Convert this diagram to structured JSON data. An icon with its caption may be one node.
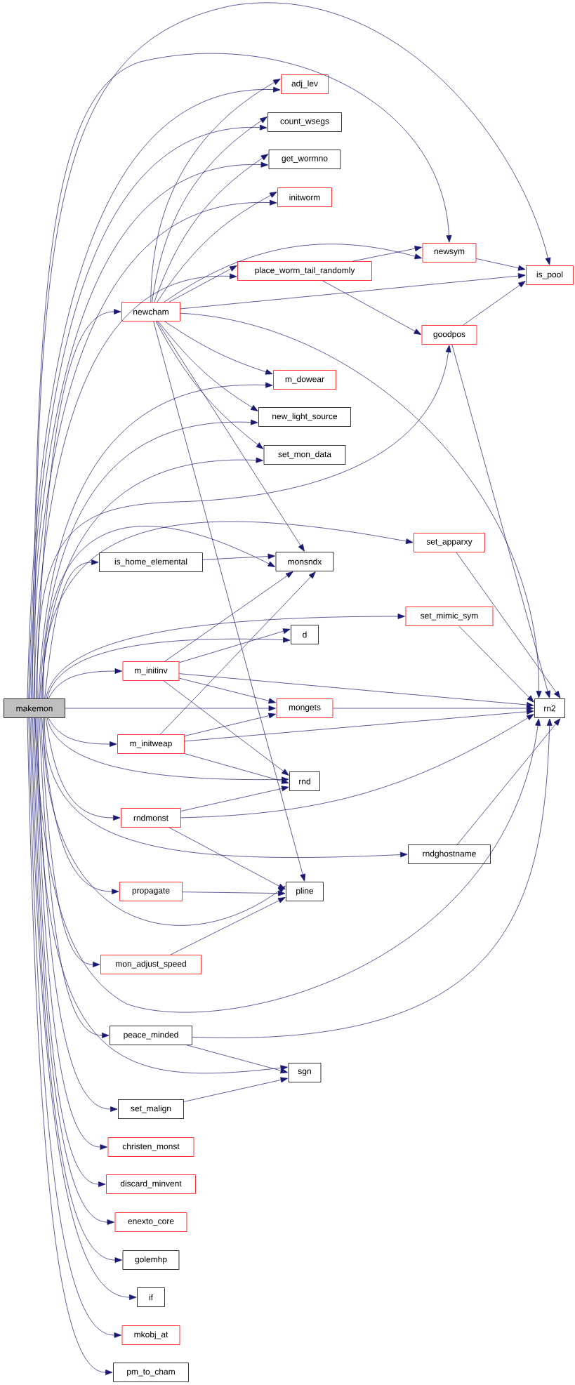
{
  "diagram": {
    "nodes": [
      {
        "text": [
          "adj_lev"
        ]
      },
      {
        "text": [
          "count_wsegs"
        ]
      },
      {
        "text": [
          "get_wormno"
        ]
      },
      {
        "text": [
          "initworm"
        ]
      },
      {
        "text": [
          "newsym"
        ]
      },
      {
        "text": [
          "place_worm_tail_randomly"
        ]
      },
      {
        "text": [
          "is_pool"
        ]
      },
      {
        "text": [
          "newcham"
        ]
      },
      {
        "text": [
          "goodpos"
        ]
      },
      {
        "text": [
          "m_dowear"
        ]
      },
      {
        "text": [
          "new_light_source"
        ]
      },
      {
        "text": [
          "set_mon_data"
        ]
      },
      {
        "text": [
          "set_apparxy"
        ]
      },
      {
        "text": [
          "is_home_elemental"
        ]
      },
      {
        "text": [
          "monsndx"
        ]
      },
      {
        "text": [
          "set_mimic_sym"
        ]
      },
      {
        "text": [
          "d"
        ]
      },
      {
        "text": [
          "m_initinv"
        ]
      },
      {
        "text": [
          "makemon"
        ]
      },
      {
        "text": [
          "mongets"
        ]
      },
      {
        "text": [
          "rn2"
        ]
      },
      {
        "text": [
          "m_initweap"
        ]
      },
      {
        "text": [
          "rnd"
        ]
      },
      {
        "text": [
          "rndmonst"
        ]
      },
      {
        "text": [
          "rndghostname"
        ]
      },
      {
        "text": [
          "propagate"
        ]
      },
      {
        "text": [
          "pline"
        ]
      },
      {
        "text": [
          "mon_adjust_speed"
        ]
      },
      {
        "text": [
          "peace_minded"
        ]
      },
      {
        "text": [
          "sgn"
        ]
      },
      {
        "text": [
          "set_malign"
        ]
      },
      {
        "text": [
          "christen_monst"
        ]
      },
      {
        "text": [
          "discard_minvent"
        ]
      },
      {
        "text": [
          "enexto_core"
        ]
      },
      {
        "text": [
          "golemhp"
        ]
      },
      {
        "text": [
          "if"
        ]
      },
      {
        "text": [
          "mkobj_at"
        ]
      },
      {
        "text": [
          "pm_to_cham"
        ]
      }
    ],
    "edges": [
      {
        "from": 18,
        "to": 0,
        "arrow": "to"
      },
      {
        "from": 18,
        "to": 1,
        "arrow": "to"
      },
      {
        "from": 18,
        "to": 2,
        "arrow": "to"
      },
      {
        "from": 18,
        "to": 3,
        "arrow": "to"
      },
      {
        "from": 18,
        "to": 4,
        "arrow": "to"
      },
      {
        "from": 18,
        "to": 5,
        "arrow": "to"
      },
      {
        "from": 18,
        "to": 6,
        "arrow": "to"
      },
      {
        "from": 18,
        "to": 7,
        "arrow": "to"
      },
      {
        "from": 18,
        "to": 8,
        "arrow": "to"
      },
      {
        "from": 18,
        "to": 9,
        "arrow": "to"
      },
      {
        "from": 18,
        "to": 10,
        "arrow": "to"
      },
      {
        "from": 18,
        "to": 11,
        "arrow": "to"
      },
      {
        "from": 18,
        "to": 12,
        "arrow": "to"
      },
      {
        "from": 18,
        "to": 13,
        "arrow": "to"
      },
      {
        "from": 18,
        "to": 14,
        "arrow": "to"
      },
      {
        "from": 18,
        "to": 15,
        "arrow": "to"
      },
      {
        "from": 18,
        "to": 16,
        "arrow": "to"
      },
      {
        "from": 18,
        "to": 17,
        "arrow": "to"
      },
      {
        "from": 18,
        "to": 19,
        "arrow": "to"
      },
      {
        "from": 18,
        "to": 20,
        "arrow": "to"
      },
      {
        "from": 18,
        "to": 21,
        "arrow": "to"
      },
      {
        "from": 18,
        "to": 22,
        "arrow": "to"
      },
      {
        "from": 18,
        "to": 23,
        "arrow": "to"
      },
      {
        "from": 18,
        "to": 24,
        "arrow": "to"
      },
      {
        "from": 18,
        "to": 25,
        "arrow": "to"
      },
      {
        "from": 18,
        "to": 26,
        "arrow": "to"
      },
      {
        "from": 18,
        "to": 27,
        "arrow": "to"
      },
      {
        "from": 18,
        "to": 28,
        "arrow": "to"
      },
      {
        "from": 18,
        "to": 29,
        "arrow": "to"
      },
      {
        "from": 18,
        "to": 30,
        "arrow": "to"
      },
      {
        "from": 18,
        "to": 31,
        "arrow": "to"
      },
      {
        "from": 18,
        "to": 32,
        "arrow": "to"
      },
      {
        "from": 18,
        "to": 33,
        "arrow": "to"
      },
      {
        "from": 18,
        "to": 34,
        "arrow": "to"
      },
      {
        "from": 18,
        "to": 35,
        "arrow": "to"
      },
      {
        "from": 18,
        "to": 36,
        "arrow": "to"
      },
      {
        "from": 18,
        "to": 37,
        "arrow": "to"
      },
      {
        "from": 7,
        "to": 0,
        "arrow": "to"
      },
      {
        "from": 7,
        "to": 1,
        "arrow": "to"
      },
      {
        "from": 7,
        "to": 2,
        "arrow": "to"
      },
      {
        "from": 7,
        "to": 3,
        "arrow": "to"
      },
      {
        "from": 7,
        "to": 4,
        "arrow": "to"
      },
      {
        "from": 7,
        "to": 5,
        "arrow": "to"
      },
      {
        "from": 7,
        "to": 6,
        "arrow": "to"
      },
      {
        "from": 7,
        "to": 20,
        "arrow": "to"
      },
      {
        "from": 7,
        "to": 9,
        "arrow": "to"
      },
      {
        "from": 7,
        "to": 10,
        "arrow": "to"
      },
      {
        "from": 7,
        "to": 11,
        "arrow": "to"
      },
      {
        "from": 7,
        "to": 14,
        "arrow": "to"
      },
      {
        "from": 7,
        "to": 26,
        "arrow": "to"
      },
      {
        "from": 5,
        "to": 4,
        "arrow": "to"
      },
      {
        "from": 5,
        "to": 8,
        "arrow": "to"
      },
      {
        "from": 4,
        "to": 6,
        "arrow": "to"
      },
      {
        "from": 8,
        "to": 6,
        "arrow": "to"
      },
      {
        "from": 8,
        "to": 20,
        "arrow": "to"
      },
      {
        "from": 12,
        "to": 20,
        "arrow": "to"
      },
      {
        "from": 15,
        "to": 20,
        "arrow": "to"
      },
      {
        "from": 13,
        "to": 14,
        "arrow": "to"
      },
      {
        "from": 17,
        "to": 14,
        "arrow": "to"
      },
      {
        "from": 17,
        "to": 16,
        "arrow": "to"
      },
      {
        "from": 17,
        "to": 20,
        "arrow": "to"
      },
      {
        "from": 17,
        "to": 19,
        "arrow": "to"
      },
      {
        "from": 17,
        "to": 22,
        "arrow": "to"
      },
      {
        "from": 21,
        "to": 14,
        "arrow": "to"
      },
      {
        "from": 21,
        "to": 19,
        "arrow": "to"
      },
      {
        "from": 21,
        "to": 20,
        "arrow": "to"
      },
      {
        "from": 21,
        "to": 22,
        "arrow": "to"
      },
      {
        "from": 19,
        "to": 20,
        "arrow": "to"
      },
      {
        "from": 23,
        "to": 22,
        "arrow": "to"
      },
      {
        "from": 23,
        "to": 20,
        "arrow": "to"
      },
      {
        "from": 23,
        "to": 26,
        "arrow": "to"
      },
      {
        "from": 24,
        "to": 20,
        "arrow": "to"
      },
      {
        "from": 25,
        "to": 26,
        "arrow": "to"
      },
      {
        "from": 27,
        "to": 26,
        "arrow": "to"
      },
      {
        "from": 28,
        "to": 20,
        "arrow": "to"
      },
      {
        "from": 28,
        "to": 29,
        "arrow": "to"
      },
      {
        "from": 30,
        "to": 29,
        "arrow": "to"
      }
    ]
  }
}
